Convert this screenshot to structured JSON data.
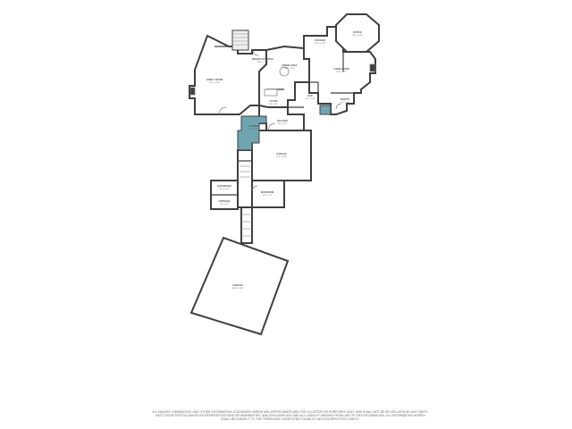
{
  "colors": {
    "wall": "#3f3f3f",
    "floor": "#ffffff",
    "highlight": "#6fa4b0",
    "exterior": "#d7d7d7",
    "stair": "#8a8a8a"
  },
  "rooms": {
    "family_room": {
      "name": "FAMILY ROOM",
      "dim": "20'2\" x 23'8\""
    },
    "breakfast_area": {
      "name": "BREAKFAST AREA",
      "dim": "13'11\" x 12'1\""
    },
    "dining_area": {
      "name": "DINING AREA",
      "dim": "15'0\" x 12'6\""
    },
    "kitchen": {
      "name": "KITCHEN",
      "dim": "12'11\" x 13'5\""
    },
    "office": {
      "name": "OFFICE",
      "dim": "13'5\" x 13'4\""
    },
    "living_room": {
      "name": "LIVING ROOM",
      "dim": "22'4\" x 20'7\""
    },
    "foyer": {
      "name": "FOYER",
      "dim": "9'6\" x 9'4\""
    },
    "bar": {
      "name": "BAR",
      "dim": "6'11\" x 5'3\""
    },
    "laundry": {
      "name": "LAUNDRY",
      "dim": "9'1\" x 13'0\""
    },
    "pantry": {
      "name": "PANTRY",
      "dim": "6'2\" x 5'4\""
    },
    "mudroom": {
      "name": "MUDROOM",
      "dim": "12'4\" x 7'5\""
    },
    "garage": {
      "name": "GARAGE",
      "dim": "22'9\" x 26'8\""
    },
    "bathroom": {
      "name": "BATHROOM",
      "dim": "9'0\" x 7'10\""
    },
    "storage": {
      "name": "STORAGE",
      "dim": "9'0\" x 6'2\""
    },
    "hallway": {
      "name": "HALLWAY",
      "dim": "9'8\" x 12'2\""
    },
    "gym": {
      "name": "GARAGE",
      "dim": "34'10\" x 33'3\""
    }
  },
  "disclaimer": {
    "line1": "ALL IMAGES, DIMENSIONS, AND OTHER INFORMATION CONTAINED HEREIN ARE APPROXIMATE AND FOR ILLUSTRATIVE PURPOSES ONLY, AND SHALL NOT BE RELIED UPON BY ANY PARTY.",
    "line2": "NEXT DOOR PHOTOS MAKES NO REPRESENTATIONS OR WARRANTIES, AND DISCLAIMS ANY AND ALL LIABILITY ARISING FROM USE OF THIS INFORMATION. ALL INFORMATION HEREIN",
    "line3": "SHALL BE SUBJECT TO THE TERMS AND CONDITIONS FOUND AT NEXTDOORPHOTOS.COM/TC."
  }
}
